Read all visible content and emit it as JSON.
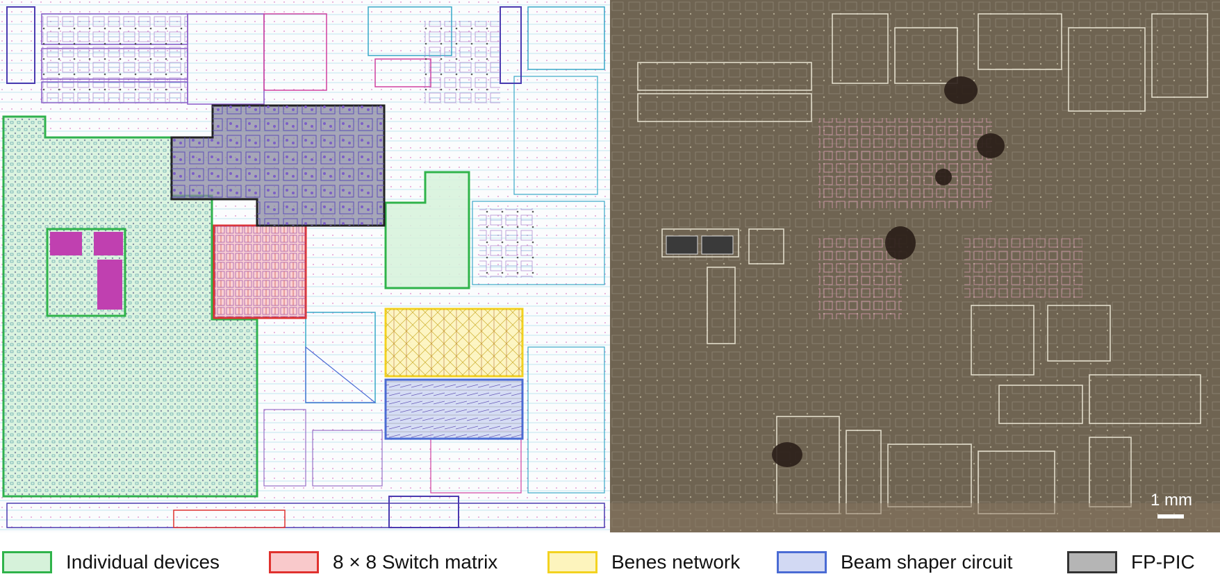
{
  "scale": {
    "label": "1 mm"
  },
  "legend": [
    {
      "label": "Individual devices",
      "fill": "#d6f2da",
      "stroke": "#2fb34a"
    },
    {
      "label": "8 × 8 Switch matrix",
      "fill": "#f9c9cb",
      "stroke": "#e0312e"
    },
    {
      "label": "Benes network",
      "fill": "#fdf4bd",
      "stroke": "#f3d21f"
    },
    {
      "label": "Beam shaper circuit",
      "fill": "#d2d9f3",
      "stroke": "#4a6bd4"
    },
    {
      "label": "FP-PIC",
      "fill": "#b5b5b5",
      "stroke": "#333333"
    }
  ]
}
